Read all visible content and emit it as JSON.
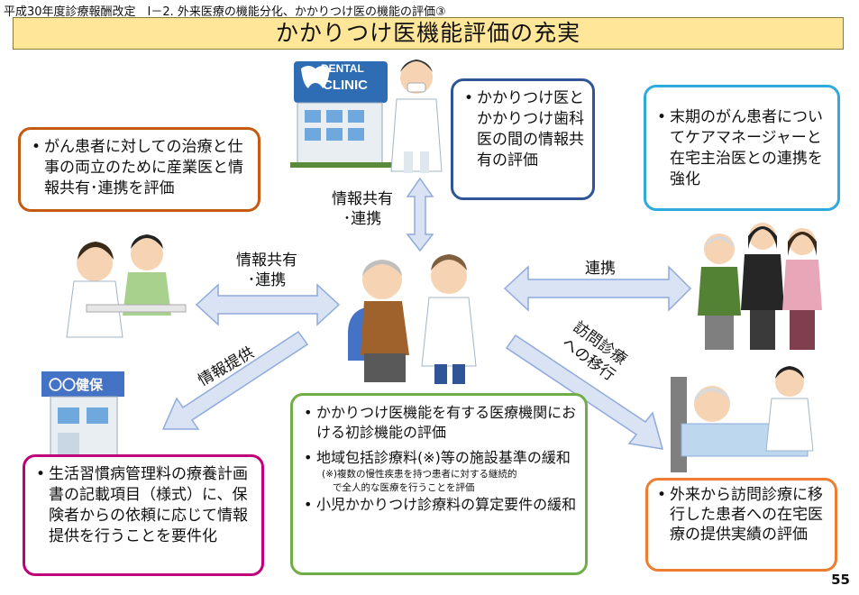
{
  "header": {
    "breadcrumb": "平成30年度診療報酬改定　Ⅰ－2. 外来医療の機能分化、かかりつけ医の機能の評価③",
    "title": "かかりつけ医機能評価の充実"
  },
  "clinic_sign": {
    "line1": "DENTAL",
    "line2": "CLINIC"
  },
  "insurer_sign": "〇〇健保",
  "boxes": {
    "cancer": "がん患者に対しての治療と仕事の両立のために産業医と情報共有･連携を評価",
    "dental": "かかりつけ医とかかりつけ歯科医の間の情報共有の評価",
    "care_manager": "末期のがん患者についてケアマネージャーと在宅主治医との連携を強化",
    "lifestyle": "生活習慣病管理料の療養計画書の記載項目（様式）に、保険者からの依頼に応じて情報提供を行うことを要件化",
    "center_item1": "かかりつけ医機能を有する医療機関における初診機能の評価",
    "center_item2": "地域包括診療料(※)等の施設基準の緩和",
    "center_note1": "(※)複数の慢性疾患を持つ患者に対する継続的",
    "center_note2": "で全人的な医療を行うことを評価",
    "center_item3": "小児かかりつけ診療料の算定要件の緩和",
    "home_visit": "外来から訪問診療に移行した患者への在宅医療の提供実績の評価"
  },
  "arrows": {
    "top_label1": "情報共有",
    "top_label2": "･連携",
    "left_label1": "情報共有",
    "left_label2": "･連携",
    "right_label": "連携",
    "lower_left_label": "情報提供",
    "lower_right_label1": "訪問診療",
    "lower_right_label2": "への移行"
  },
  "page_number": "55",
  "colors": {
    "title_bg": "#ffe699",
    "arrow_fill": "#dae3f3",
    "arrow_stroke": "#8faadc",
    "cancer_border": "#c55a11",
    "dental_border": "#2f5597",
    "care_border": "#2eaadc",
    "lifestyle_border": "#c0007a",
    "center_border": "#70ad47",
    "home_border": "#ed7d31"
  }
}
